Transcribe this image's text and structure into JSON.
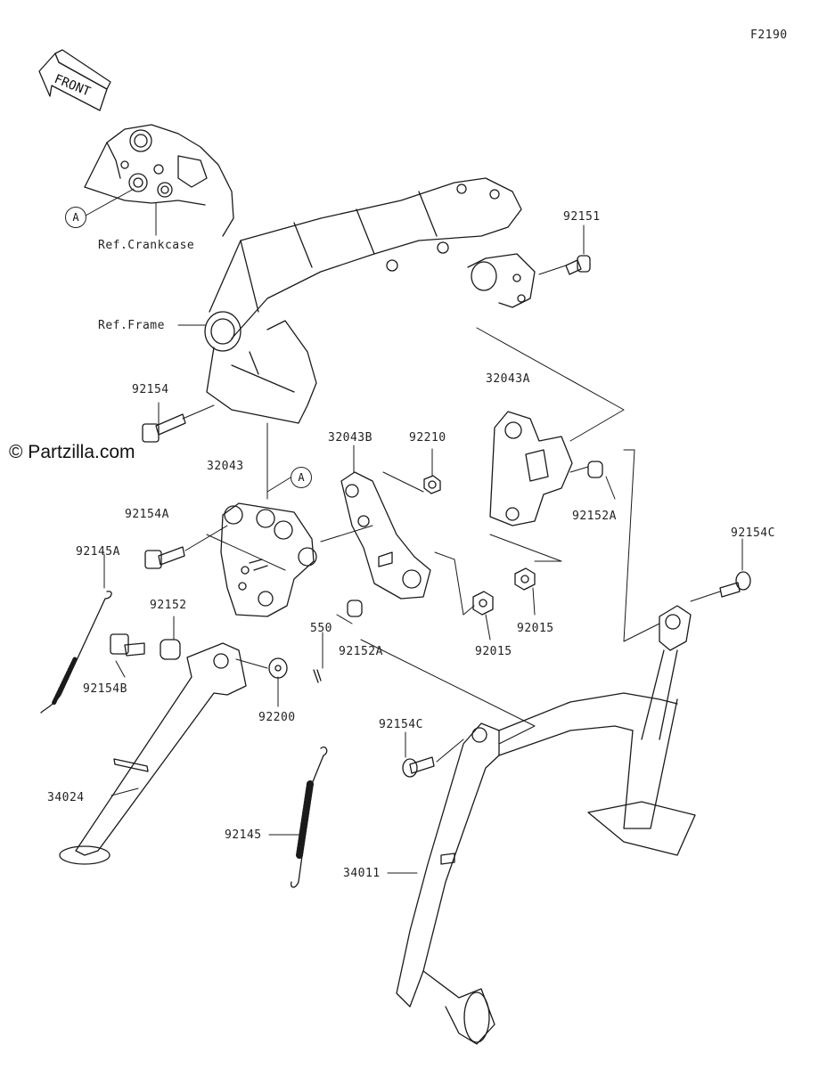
{
  "diagram_id": "F2190",
  "watermark": "© Partzilla.com",
  "front_arrow": "FRONT",
  "ref_labels": {
    "crankcase": "Ref.Crankcase",
    "frame": "Ref.Frame"
  },
  "callout_marker": "A",
  "parts": {
    "p92151": "92151",
    "p92154": "92154",
    "p32043A": "32043A",
    "p32043B": "32043B",
    "p92210": "92210",
    "p32043": "32043",
    "p92154A": "92154A",
    "p92145A": "92145A",
    "p92152": "92152",
    "p92154B": "92154B",
    "p550": "550",
    "p92152A_1": "92152A",
    "p92152A_2": "92152A",
    "p92015_1": "92015",
    "p92015_2": "92015",
    "p92154C_1": "92154C",
    "p92154C_2": "92154C",
    "p92200": "92200",
    "p34024": "34024",
    "p92145": "92145",
    "p34011": "34011"
  },
  "colors": {
    "line": "#1a1a1a",
    "background": "#ffffff"
  }
}
